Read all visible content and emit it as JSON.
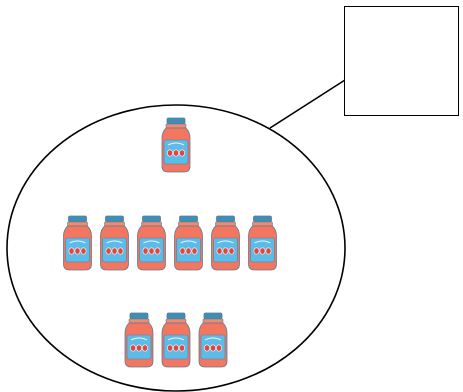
{
  "diagram": {
    "answer_box_text": "",
    "rows": [
      {
        "count": 1
      },
      {
        "count": 6
      },
      {
        "count": 3
      }
    ],
    "item_icon": "jam-jar-icon",
    "colors": {
      "lid": "#3d8fb8",
      "lid_band": "#f08a70",
      "body": "#f27660",
      "label": "#5dbbe8",
      "outline": "#5c7d92"
    }
  }
}
